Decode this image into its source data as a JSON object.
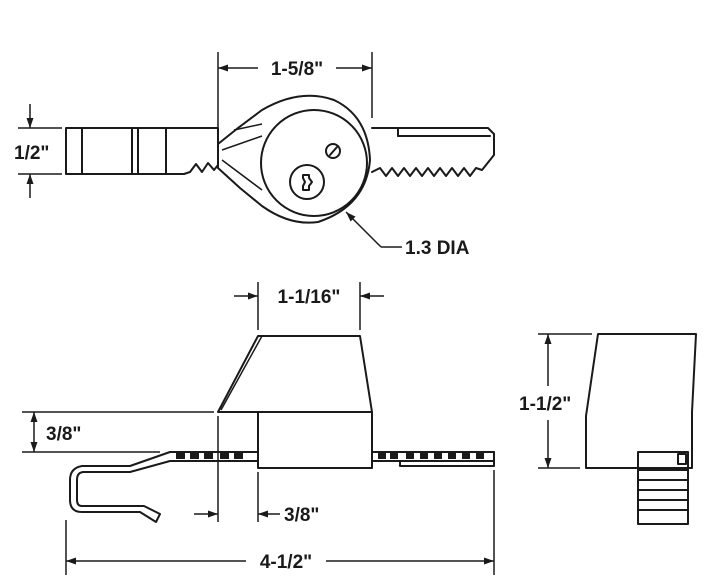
{
  "dimensions": {
    "top_width": "1-5/8\"",
    "top_height": "1/2\"",
    "diameter": "1.3 DIA",
    "cap_width": "1-1/16\"",
    "side_height": "1-1/2\"",
    "band_thickness": "3/8\"",
    "cap_offset": "3/8\"",
    "overall_length": "4-1/2\""
  }
}
